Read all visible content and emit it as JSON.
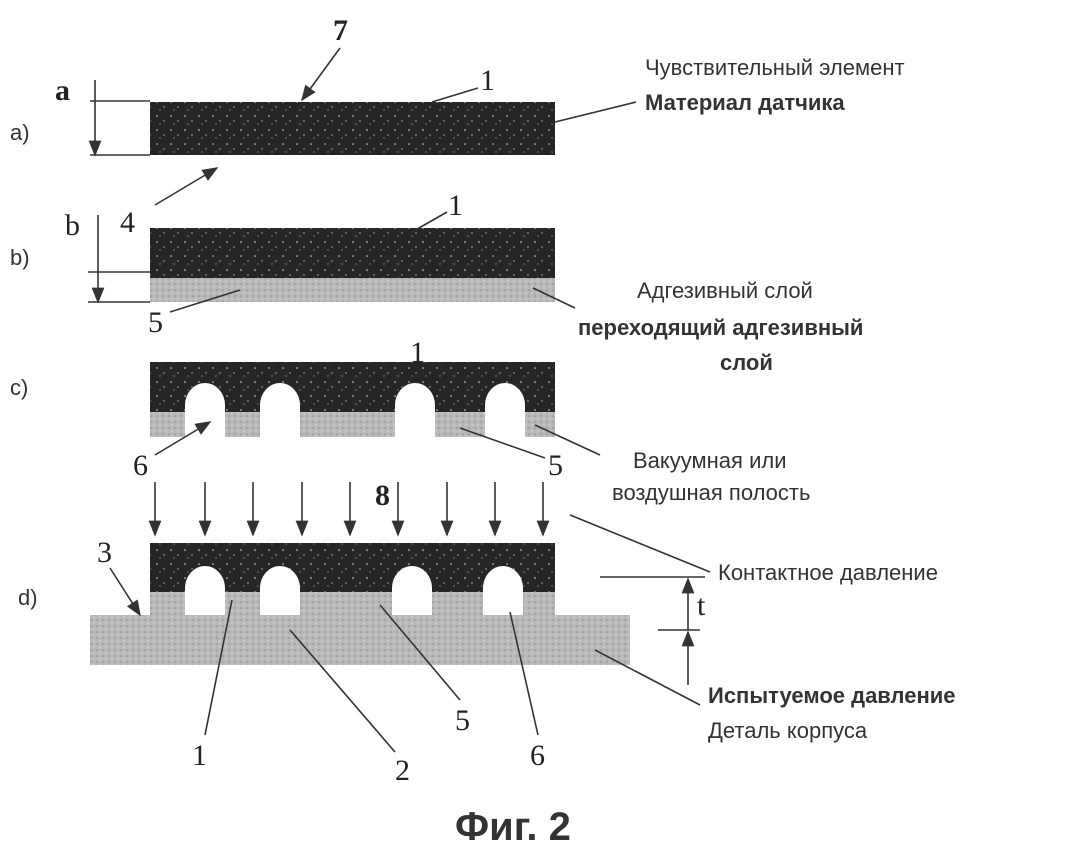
{
  "figure": {
    "caption": "Фиг. 2",
    "panels": [
      "a)",
      "b)",
      "c)",
      "d)"
    ],
    "dimensions": {
      "a": "a",
      "b": "b",
      "t": "t"
    },
    "labels": {
      "sensing_element": "Чувствительный элемент",
      "sensor_material": "Материал датчика",
      "adhesive_layer": "Адгезивный слой",
      "transition_adhesive_1": "переходящий адгезивный",
      "transition_adhesive_2": "слой",
      "cavity_1": "Вакуумная или",
      "cavity_2": "воздушная полость",
      "contact_pressure": "Контактное давление",
      "test_pressure": "Испытуемое давление",
      "housing_part": "Деталь корпуса"
    },
    "numerals": {
      "n7": "7",
      "a1": "1",
      "n4": "4",
      "b1": "1",
      "b5": "5",
      "c1": "1",
      "c6": "6",
      "c5": "5",
      "n8": "8",
      "n3": "3",
      "d1": "1",
      "d2": "2",
      "d5": "5",
      "d6": "6"
    },
    "colors": {
      "sensor": "#262626",
      "adhesive": "#b4b4b4",
      "substrate": "#a8a8a8"
    }
  }
}
